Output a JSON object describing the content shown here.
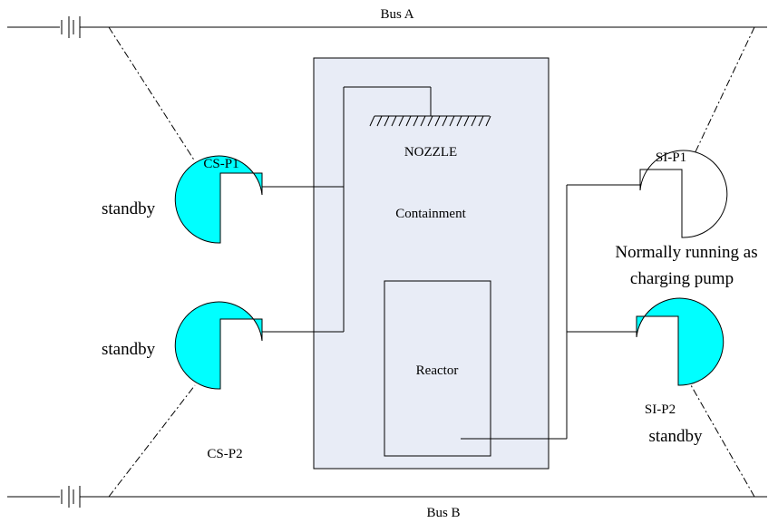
{
  "buses": {
    "a": "Bus A",
    "b": "Bus B"
  },
  "containment": {
    "label": "Containment",
    "nozzle": "NOZZLE",
    "reactor": "Reactor",
    "fill": "#e8ecf6"
  },
  "pumps": {
    "cs_p1": {
      "name": "CS-P1",
      "state": "standby",
      "fill": "#00ffff"
    },
    "cs_p2": {
      "name": "CS-P2",
      "state": "standby",
      "fill": "#00ffff"
    },
    "si_p1": {
      "name": "SI-P1",
      "note_line1": "Normally running as",
      "note_line2": "charging pump",
      "fill": "#ffffff"
    },
    "si_p2": {
      "name": "SI-P2",
      "state": "standby",
      "fill": "#00ffff"
    }
  }
}
